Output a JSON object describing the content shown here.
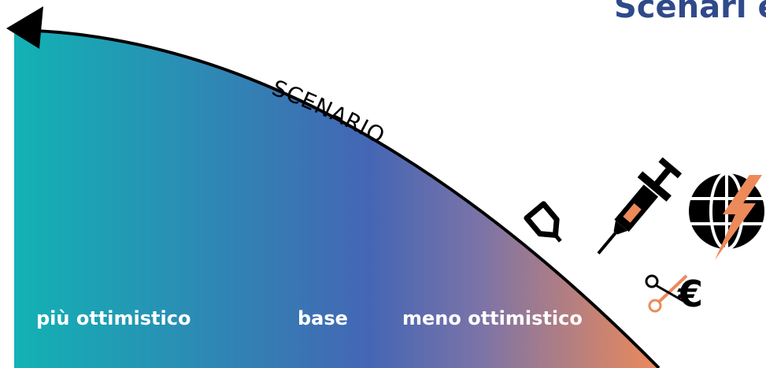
{
  "header": {
    "title": "Scenari e"
  },
  "diagram": {
    "arc_label": "SCENARIO",
    "scale_labels": {
      "left": "più ottimistico",
      "center": "base",
      "right": "meno ottimistico"
    },
    "gradient_colors": [
      "#12b2b4",
      "#4466b4",
      "#7a73a8",
      "#ec8a5a"
    ],
    "icons": [
      "syringe-icon",
      "globe-lightning-icon",
      "euro-scissors-icon",
      "arrow-left-icon"
    ]
  }
}
